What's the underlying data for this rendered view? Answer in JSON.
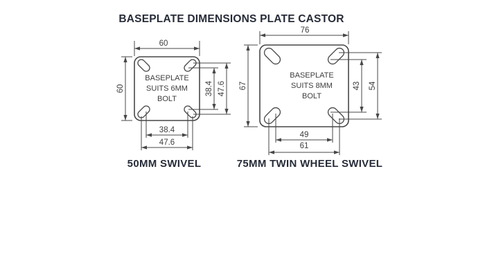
{
  "title": "BASEPLATE DIMENSIONS PLATE CASTOR",
  "colors": {
    "line": "#474747",
    "ink": "#3d3d3d",
    "heading": "#272c38",
    "bg": "#ffffff"
  },
  "diagrams": [
    {
      "name": "50mm-swivel",
      "caption": "50MM SWIVEL",
      "label_lines": [
        "BASEPLATE",
        "SUITS 6MM",
        "BOLT"
      ],
      "dimensions": {
        "width": "60",
        "height": "60",
        "bolt_inner_vertical": "38.4",
        "bolt_outer_vertical": "47.6",
        "bolt_inner_horizontal": "38.4",
        "bolt_outer_horizontal": "47.6"
      }
    },
    {
      "name": "75mm-twin-wheel-swivel",
      "caption": "75MM TWIN WHEEL SWIVEL",
      "label_lines": [
        "BASEPLATE",
        "SUITS 8MM",
        "BOLT"
      ],
      "dimensions": {
        "width": "76",
        "height": "67",
        "bolt_inner_vertical": "43",
        "bolt_outer_vertical": "54",
        "bolt_inner_horizontal": "49",
        "bolt_outer_horizontal": "61"
      }
    }
  ]
}
